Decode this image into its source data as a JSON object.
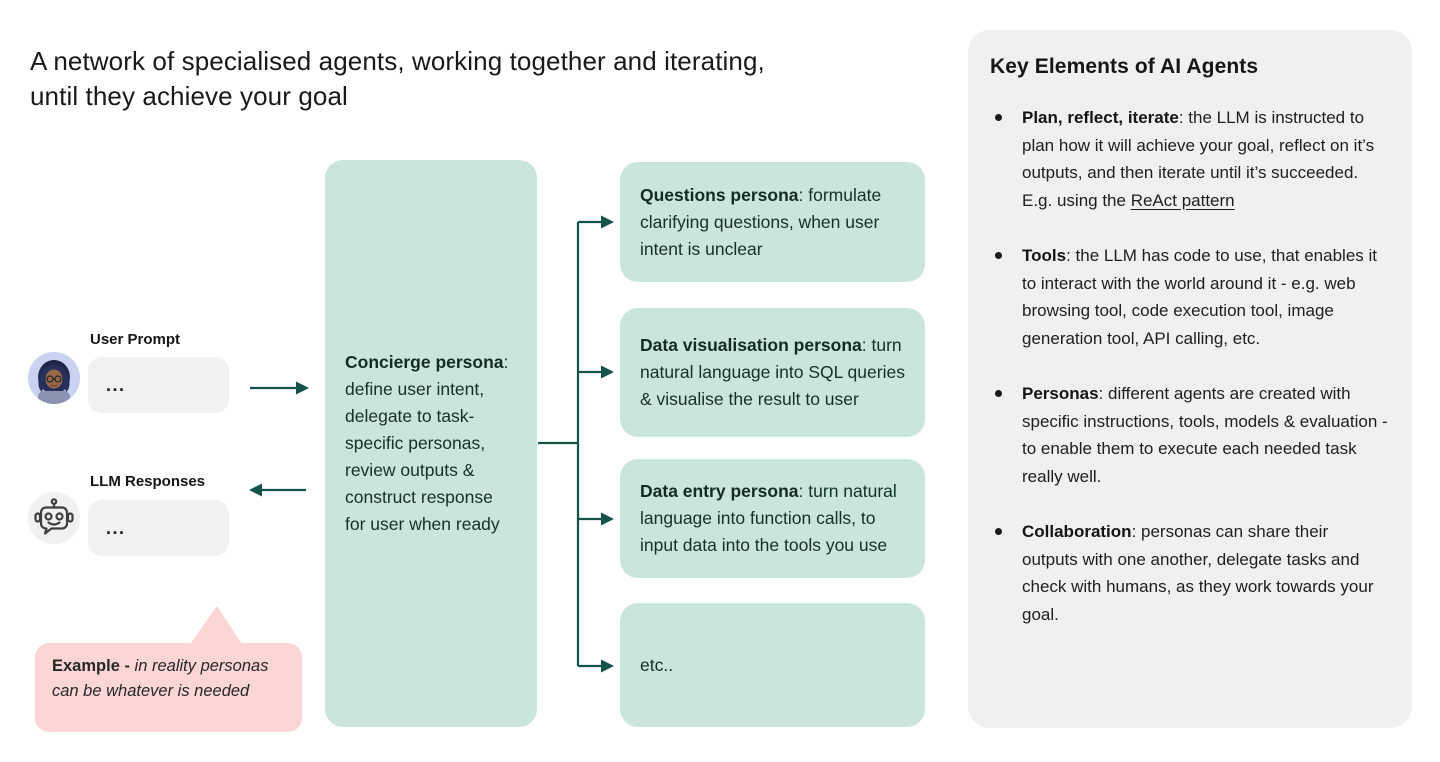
{
  "title": "A network of specialised agents, working together and iterating, until they achieve your goal",
  "left_column": {
    "user_prompt": {
      "label": "User Prompt",
      "value": "...",
      "icon": "woman-avatar"
    },
    "llm_responses": {
      "label": "LLM Responses",
      "value": "...",
      "icon": "robot-face"
    }
  },
  "concierge": {
    "title": "Concierge persona",
    "sep": ":",
    "body": "define user intent, delegate to task-specific personas, review outputs & construct response for user when ready"
  },
  "personas": [
    {
      "title": "Questions persona",
      "sep": ": ",
      "body": "formulate clarifying questions, when user intent is unclear"
    },
    {
      "title": "Data visualisation persona",
      "sep": ": ",
      "body": "turn natural language into SQL queries & visualise the result to user"
    },
    {
      "title": "Data entry persona",
      "sep": ": ",
      "body": "turn natural language into function calls, to input data into the tools you use"
    },
    {
      "title": "",
      "sep": "",
      "body": "etc.."
    }
  ],
  "example_note": {
    "bold": "Example - ",
    "italic": "in reality personas can be whatever is needed"
  },
  "key_elements": {
    "heading": "Key Elements of AI Agents",
    "bullets": [
      {
        "term": "Plan, reflect, iterate",
        "text": ": the LLM is instructed to plan how it will achieve your goal, reflect on it’s outputs, and then iterate until it’s succeeded. E.g. using the ",
        "link": "ReAct pattern"
      },
      {
        "term": "Tools",
        "text": ": the LLM has code to use, that enables it to interact with the world around it - e.g. web browsing tool, code execution tool, image generation tool, API calling, etc.",
        "link": ""
      },
      {
        "term": "Personas",
        "text": ": different agents are created with specific instructions, tools, models & evaluation - to enable them to execute each needed task really well.",
        "link": ""
      },
      {
        "term": "Collaboration",
        "text": ": personas can share their outputs with one another, delegate tasks and check with humans, as they work towards your goal.",
        "link": ""
      }
    ]
  },
  "colors": {
    "persona_box_green": "#cae5da",
    "arrow_teal": "#15524a",
    "panel_gray": "#f0f0f1",
    "chat_box_gray": "#f1f1f2",
    "example_pink": "#fbd6d5",
    "text": "#1c1c1c"
  }
}
